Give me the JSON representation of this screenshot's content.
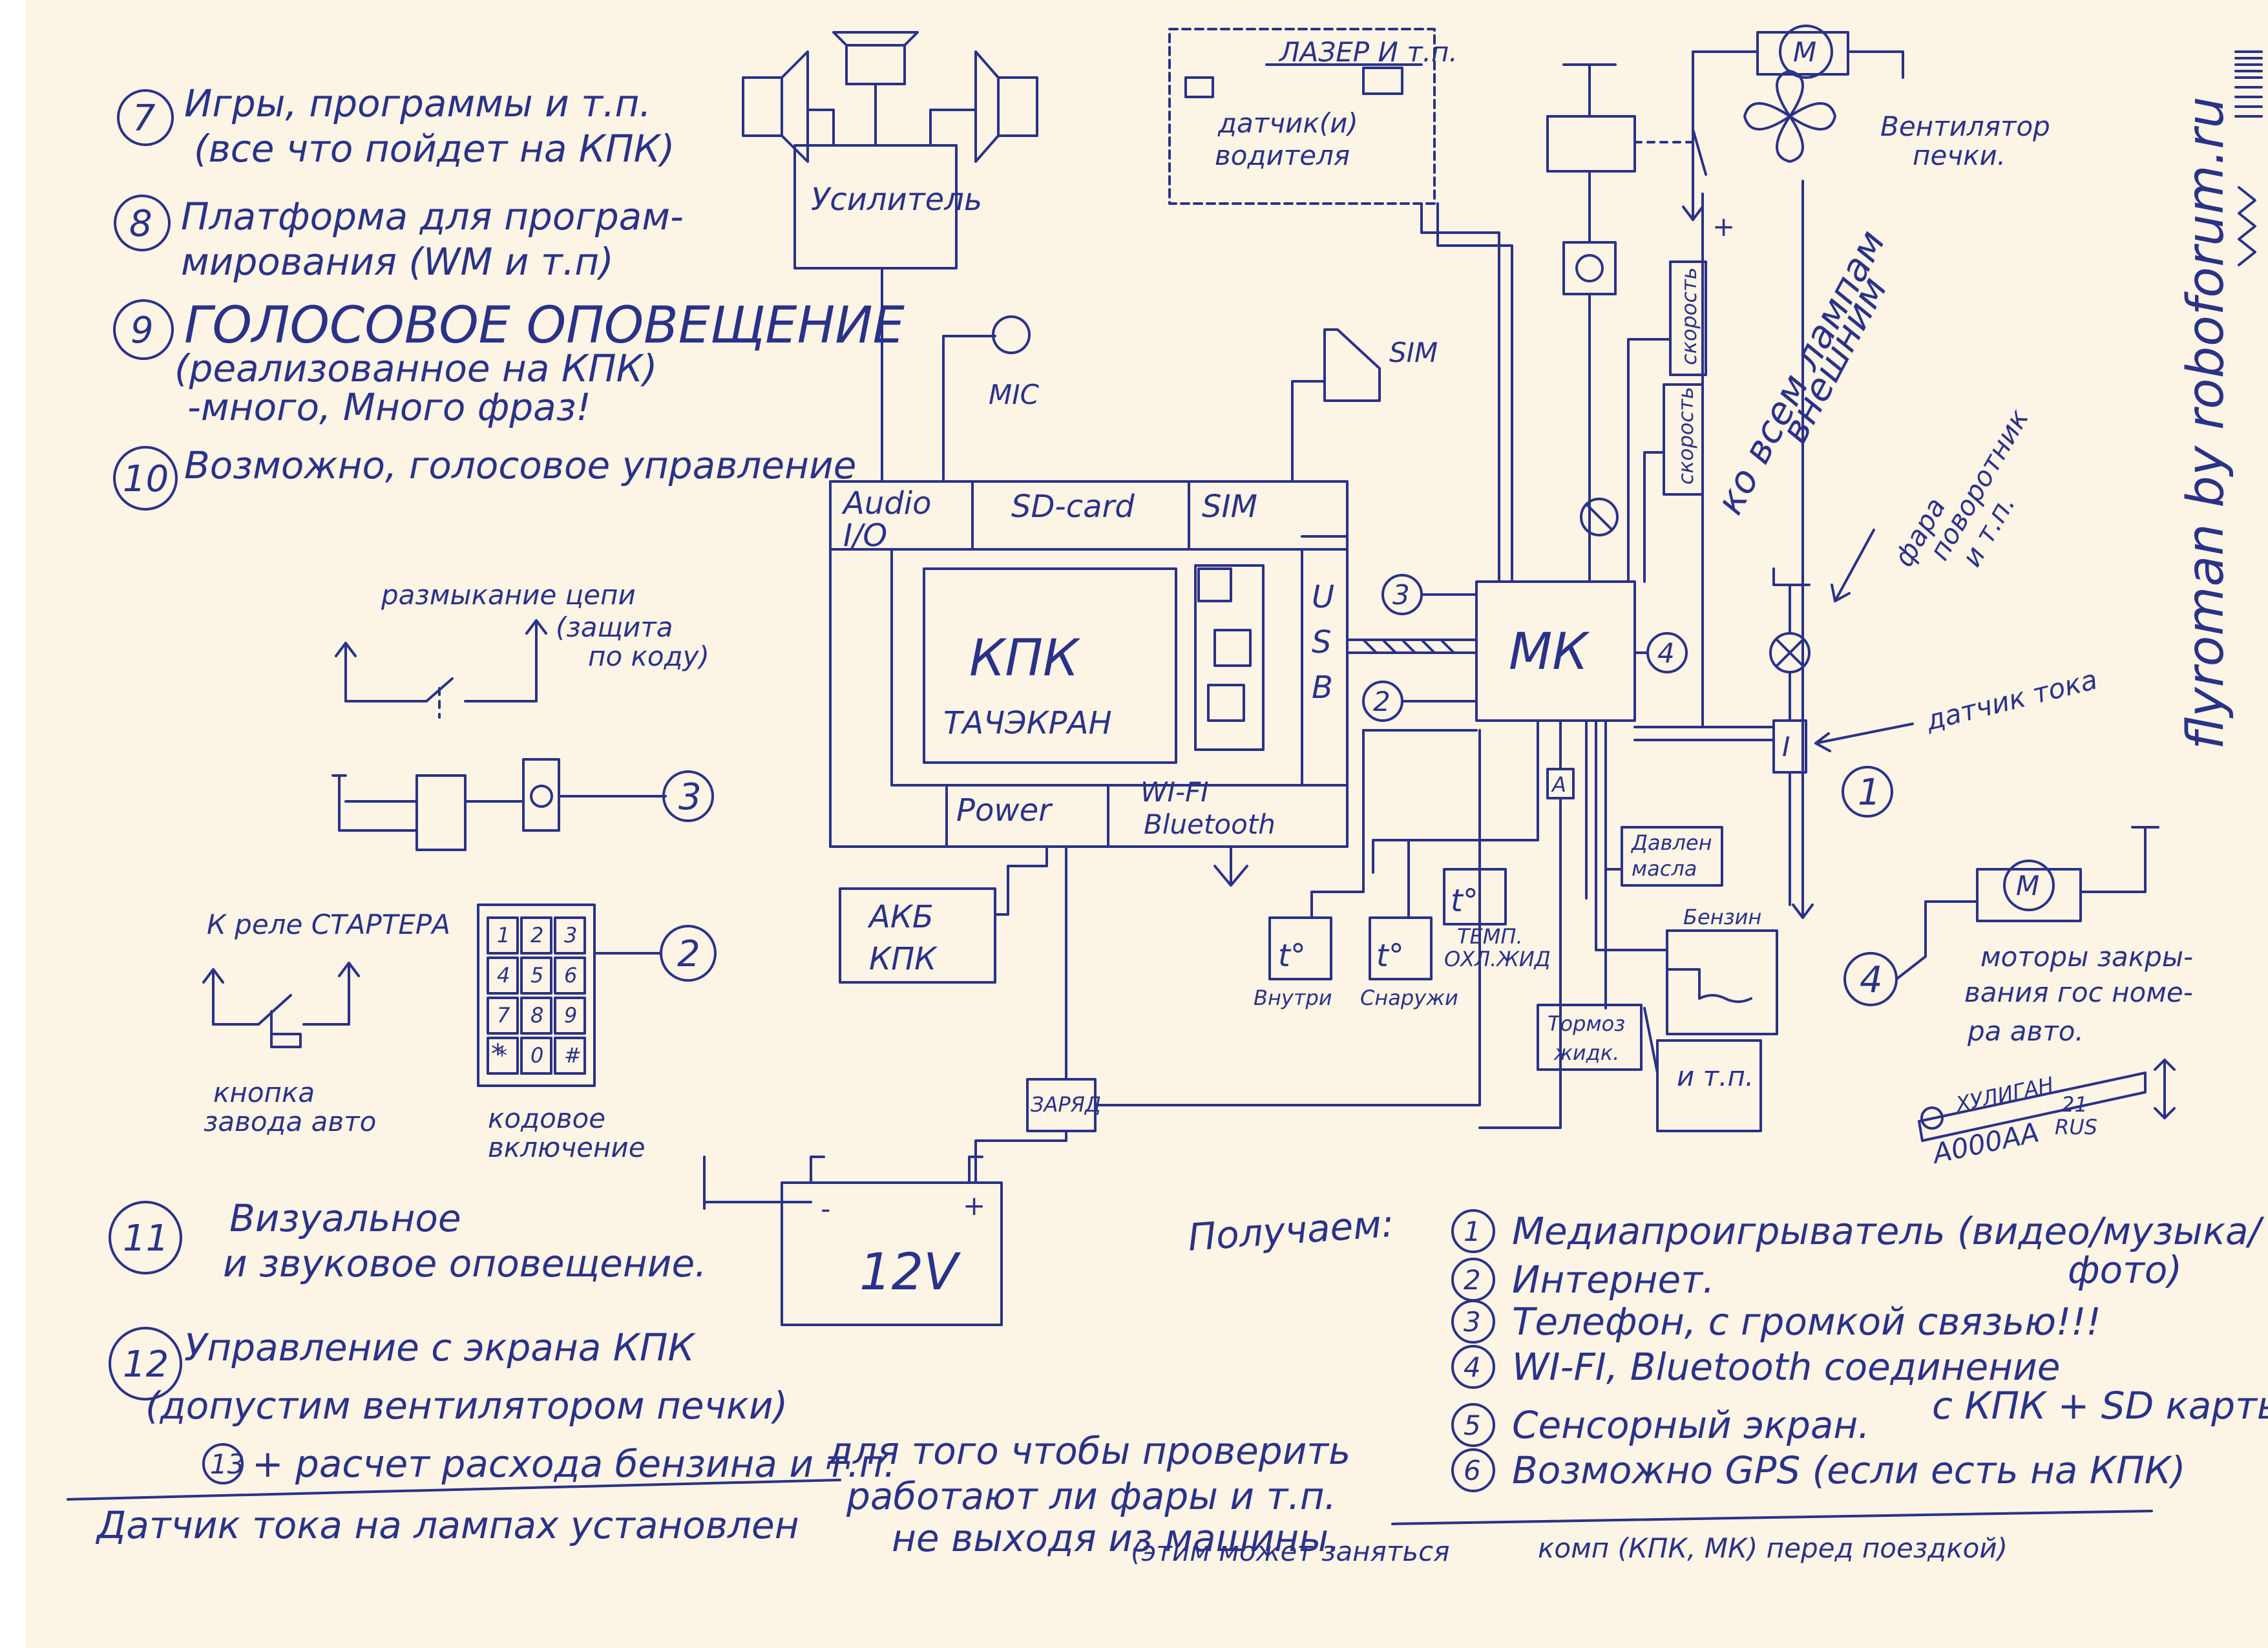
{
  "watermark": {
    "text": "flyroman by roboforum.ru"
  },
  "notes": [
    {
      "num": "7",
      "lines": [
        "Игры, программы и т.п.",
        "(все что пойдет на КПК)"
      ]
    },
    {
      "num": "8",
      "lines": [
        "Платформа для програм-",
        "мирования (WM и т.п)"
      ]
    },
    {
      "num": "9",
      "lines": [
        "ГОЛОСОВОЕ ОПОВЕЩЕНИЕ",
        "(реализованное на КПК)",
        "-много, Много фраз!"
      ]
    },
    {
      "num": "10",
      "lines": [
        "Возможно, голосовое управление"
      ]
    },
    {
      "num": "11",
      "lines": [
        "Визуальное",
        "и звуковое оповещение."
      ]
    },
    {
      "num": "12",
      "lines": [
        "Управление с экрана КПК",
        "(допустим вентилятором печки)"
      ]
    }
  ],
  "note13": {
    "num": "13",
    "text": "+ расчет расхода бензина и т.п."
  },
  "bottom_note": {
    "left": "Датчик тока на лампах установлен",
    "mid": [
      "для того чтобы проверить",
      "работают ли фары и т.п.",
      "не выходя из машины."
    ],
    "right": [
      "(этим может заняться",
      "комп (КПК, МК) перед поездкой)"
    ]
  },
  "blocks": {
    "amp": "Усилитель",
    "mic": "MIC",
    "sim_card": "SIM",
    "laser": "ЛАЗЕР И т.п.",
    "driver_sensor": [
      "датчик(и)",
      "водителя"
    ],
    "fan": [
      "Вентилятор",
      "печки."
    ],
    "motor_m": "M",
    "audio_io": [
      "Audio",
      "I/O"
    ],
    "sd": "SD-card",
    "sim": "SIM",
    "kpk": "КПК",
    "touch": "ТАЧЭКРАН",
    "usb": [
      "U",
      "S",
      "B"
    ],
    "power": "Power",
    "wifi": [
      "WI-FI",
      "Bluetooth"
    ],
    "akb": [
      "АКБ",
      "КПК"
    ],
    "charge": "ЗАРЯД",
    "battery": "12V",
    "mk": "МК",
    "speed": "скорость",
    "lamps_note": [
      "ко всем лампам",
      "внешним"
    ],
    "fara": [
      "фара",
      "поворотник",
      "и т.п."
    ],
    "current_sensor": "датчик тока",
    "current_i": "I",
    "t_in": "t°",
    "t_in_label": "Внутри",
    "t_out": "t°",
    "t_out_label": "Снаружи",
    "t_cool": "t°",
    "t_cool_label": [
      "ТЕМП.",
      "ОХЛ.ЖИД"
    ],
    "oil": [
      "Давлен",
      "масла"
    ],
    "fuel": "Бензин",
    "brake": [
      "Тормоз",
      "жидк."
    ],
    "etc": "и т.п.",
    "license_motor": [
      "моторы закры-",
      "вания гос номе-",
      "ра авто."
    ],
    "plate": "ХУЛИГАН",
    "plate_num": "A000AA",
    "plate_region": [
      "21",
      "RUS"
    ],
    "open_circuit": "размыкание цепи",
    "protect": [
      "(защита",
      "по коду)"
    ],
    "starter": "К реле СТАРТЕРА",
    "start_btn": [
      "кнопка",
      "завода авто"
    ],
    "code": [
      "кодовое",
      "включение"
    ],
    "keys": [
      "1",
      "2",
      "3",
      "4",
      "5",
      "6",
      "7",
      "8",
      "9",
      "*",
      "0",
      "#"
    ],
    "plus": "+",
    "a": "A"
  },
  "callouts": [
    "1",
    "2",
    "3",
    "4"
  ],
  "result_title": "Получаем:",
  "results": [
    {
      "num": "1",
      "lines": [
        "Медиапроигрыватель (видео/музыка/",
        "фото)"
      ]
    },
    {
      "num": "2",
      "lines": [
        "Интернет."
      ]
    },
    {
      "num": "3",
      "lines": [
        "Телефон, с громкой связью!!!"
      ]
    },
    {
      "num": "4",
      "lines": [
        "WI-FI, Bluetooth соединение",
        "с КПК + SD карты"
      ]
    },
    {
      "num": "5",
      "lines": [
        "Сенсорный экран."
      ]
    },
    {
      "num": "6",
      "lines": [
        "Возможно GPS (если есть на КПК)"
      ]
    }
  ]
}
